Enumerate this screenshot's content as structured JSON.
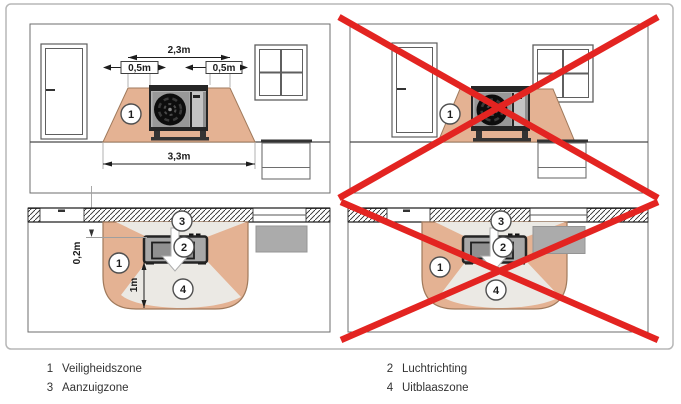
{
  "markers": {
    "1": "1",
    "2": "2",
    "3": "3",
    "4": "4"
  },
  "dimensions": {
    "span_top": "2,3m",
    "offset_left": "0,5m",
    "offset_right": "0,5m",
    "span_bottom": "3,3m",
    "wall_clearance": "0,2m",
    "front_clearance": "1m"
  },
  "legend": {
    "items": [
      {
        "num": "1",
        "label": "Veiligheidszone"
      },
      {
        "num": "2",
        "label": "Luchtrichting"
      },
      {
        "num": "3",
        "label": "Aanzuigzone"
      },
      {
        "num": "4",
        "label": "Uitblaaszone"
      }
    ]
  },
  "colors": {
    "safety_zone": "#e4b293",
    "zone_border": "#a07a5c",
    "air_zone": "#ebe9e4",
    "cross": "#e32421",
    "obstacle": "#ababab"
  }
}
